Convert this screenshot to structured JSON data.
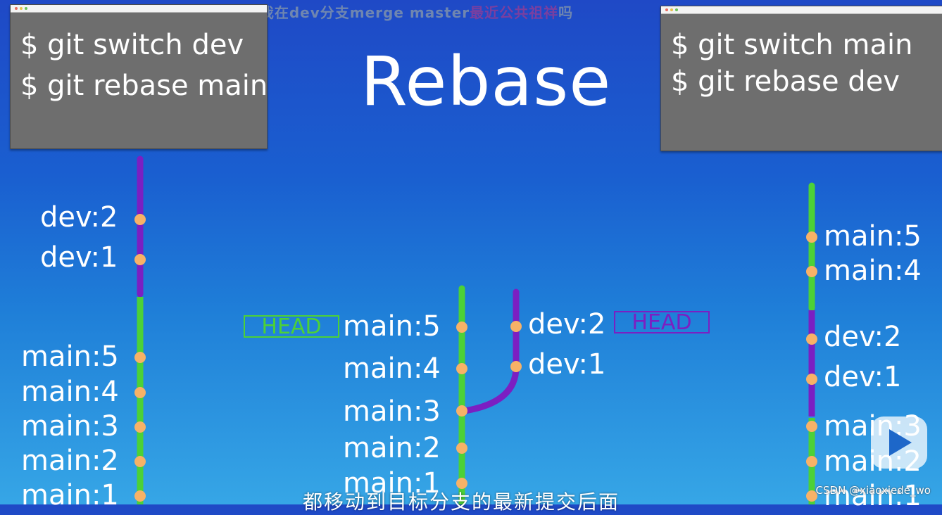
{
  "top_subtitle": {
    "part1": "这不和我在dev分支merge master",
    "part2": "最近公共祖祥",
    "part3": "吗"
  },
  "title": "Rebase",
  "terminals": {
    "left": {
      "line1": "$ git switch dev",
      "line2": "$ git rebase main"
    },
    "right": {
      "line1": "$ git switch main",
      "line2": "$ git rebase dev"
    }
  },
  "left_graph": {
    "labels": [
      "dev:2",
      "dev:1",
      "main:5",
      "main:4",
      "main:3",
      "main:2",
      "main:1"
    ]
  },
  "middle_graph": {
    "main_labels": [
      "main:5",
      "main:4",
      "main:3",
      "main:2",
      "main:1"
    ],
    "dev_labels": [
      "dev:2",
      "dev:1"
    ],
    "main_head": "HEAD",
    "dev_head": "HEAD"
  },
  "right_graph": {
    "labels": [
      "main:5",
      "main:4",
      "dev:2",
      "dev:1",
      "main:3",
      "main:2",
      "main:1"
    ]
  },
  "bottom_subtitle": "都移动到目标分支的最新提交后面",
  "watermark": "CSDN @xiaoxiede_wo",
  "colors": {
    "main_branch": "#4cd137",
    "dev_branch": "#7b1fc2",
    "commit_dot": "#f7b267",
    "main_head_border": "#4cd137",
    "dev_head_border": "#7b1fc2"
  },
  "icons": {
    "play": "play-icon"
  }
}
